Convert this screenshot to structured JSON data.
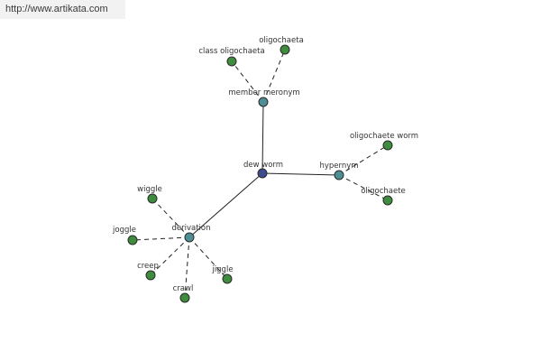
{
  "header": {
    "url": "http://www.artikata.com"
  },
  "colors": {
    "root": "#3c4a8f",
    "relation": "#4d8f94",
    "leaf": "#3e8c3e"
  },
  "graph": {
    "root": "dew worm",
    "relations": {
      "member_meronym": {
        "label": "member meronym",
        "children": [
          "class oligochaeta",
          "oligochaeta"
        ]
      },
      "hypernym": {
        "label": "hypernym",
        "children": [
          "oligochaete worm",
          "oligochaete"
        ]
      },
      "derivation": {
        "label": "derivation",
        "children": [
          "wiggle",
          "joggle",
          "creep",
          "crawl",
          "jiggle"
        ]
      }
    }
  }
}
